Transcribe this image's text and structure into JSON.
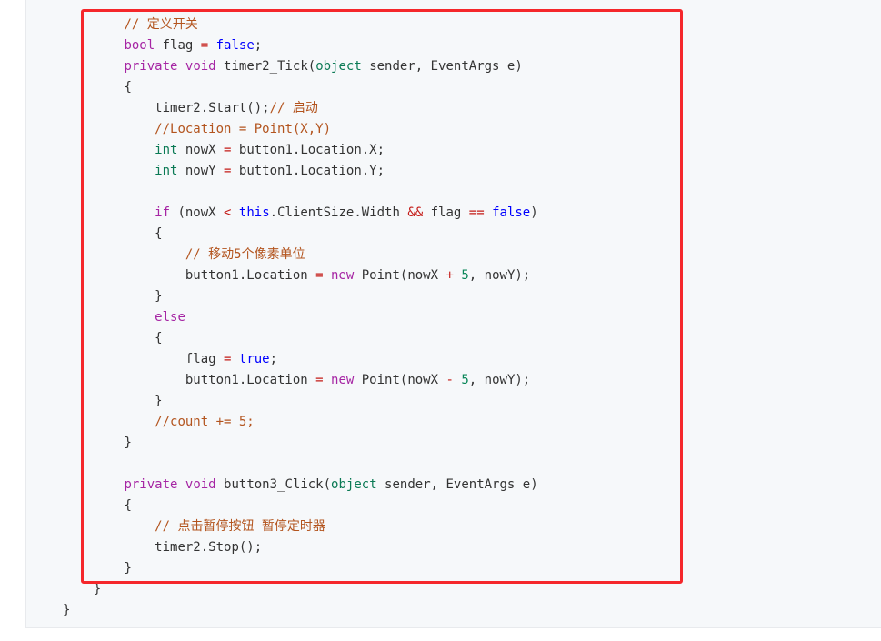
{
  "code_lines": [
    {
      "indent": 2,
      "tokens": [
        {
          "t": "// 定义开关",
          "c": "cmt"
        }
      ]
    },
    {
      "indent": 2,
      "tokens": [
        {
          "t": "bool",
          "c": "kw"
        },
        {
          "t": " flag ",
          "c": "pun"
        },
        {
          "t": "=",
          "c": "op"
        },
        {
          "t": " ",
          "c": "pun"
        },
        {
          "t": "false",
          "c": "lit"
        },
        {
          "t": ";",
          "c": "pun"
        }
      ]
    },
    {
      "indent": 2,
      "tokens": [
        {
          "t": "private",
          "c": "kw"
        },
        {
          "t": " ",
          "c": "pun"
        },
        {
          "t": "void",
          "c": "kw"
        },
        {
          "t": " timer2_Tick(",
          "c": "pun"
        },
        {
          "t": "object",
          "c": "typ"
        },
        {
          "t": " sender, EventArgs e)",
          "c": "pun"
        }
      ]
    },
    {
      "indent": 2,
      "tokens": [
        {
          "t": "{",
          "c": "pun"
        }
      ]
    },
    {
      "indent": 3,
      "tokens": [
        {
          "t": "timer2.Start();",
          "c": "pun"
        },
        {
          "t": "// 启动",
          "c": "cmt"
        }
      ]
    },
    {
      "indent": 3,
      "tokens": [
        {
          "t": "//Location = Point(X,Y)",
          "c": "cmt"
        }
      ]
    },
    {
      "indent": 3,
      "tokens": [
        {
          "t": "int",
          "c": "typ"
        },
        {
          "t": " nowX ",
          "c": "pun"
        },
        {
          "t": "=",
          "c": "op"
        },
        {
          "t": " button1.Location.X;",
          "c": "pun"
        }
      ]
    },
    {
      "indent": 3,
      "tokens": [
        {
          "t": "int",
          "c": "typ"
        },
        {
          "t": " nowY ",
          "c": "pun"
        },
        {
          "t": "=",
          "c": "op"
        },
        {
          "t": " button1.Location.Y;",
          "c": "pun"
        }
      ]
    },
    {
      "indent": 0,
      "tokens": []
    },
    {
      "indent": 3,
      "tokens": [
        {
          "t": "if",
          "c": "kw"
        },
        {
          "t": " (nowX ",
          "c": "pun"
        },
        {
          "t": "<",
          "c": "op"
        },
        {
          "t": " ",
          "c": "pun"
        },
        {
          "t": "this",
          "c": "lit"
        },
        {
          "t": ".ClientSize.Width ",
          "c": "pun"
        },
        {
          "t": "&&",
          "c": "op"
        },
        {
          "t": " flag ",
          "c": "pun"
        },
        {
          "t": "==",
          "c": "op"
        },
        {
          "t": " ",
          "c": "pun"
        },
        {
          "t": "false",
          "c": "lit"
        },
        {
          "t": ")",
          "c": "pun"
        }
      ]
    },
    {
      "indent": 3,
      "tokens": [
        {
          "t": "{",
          "c": "pun"
        }
      ]
    },
    {
      "indent": 4,
      "tokens": [
        {
          "t": "// 移动5个像素单位",
          "c": "cmt"
        }
      ]
    },
    {
      "indent": 4,
      "tokens": [
        {
          "t": "button1.Location ",
          "c": "pun"
        },
        {
          "t": "=",
          "c": "op"
        },
        {
          "t": " ",
          "c": "pun"
        },
        {
          "t": "new",
          "c": "kw"
        },
        {
          "t": " Point(nowX ",
          "c": "pun"
        },
        {
          "t": "+",
          "c": "op"
        },
        {
          "t": " ",
          "c": "pun"
        },
        {
          "t": "5",
          "c": "num"
        },
        {
          "t": ", nowY);",
          "c": "pun"
        }
      ]
    },
    {
      "indent": 3,
      "tokens": [
        {
          "t": "}",
          "c": "pun"
        }
      ]
    },
    {
      "indent": 3,
      "tokens": [
        {
          "t": "else",
          "c": "kw"
        }
      ]
    },
    {
      "indent": 3,
      "tokens": [
        {
          "t": "{",
          "c": "pun"
        }
      ]
    },
    {
      "indent": 4,
      "tokens": [
        {
          "t": "flag ",
          "c": "pun"
        },
        {
          "t": "=",
          "c": "op"
        },
        {
          "t": " ",
          "c": "pun"
        },
        {
          "t": "true",
          "c": "lit"
        },
        {
          "t": ";",
          "c": "pun"
        }
      ]
    },
    {
      "indent": 4,
      "tokens": [
        {
          "t": "button1.Location ",
          "c": "pun"
        },
        {
          "t": "=",
          "c": "op"
        },
        {
          "t": " ",
          "c": "pun"
        },
        {
          "t": "new",
          "c": "kw"
        },
        {
          "t": " Point(nowX ",
          "c": "pun"
        },
        {
          "t": "-",
          "c": "op"
        },
        {
          "t": " ",
          "c": "pun"
        },
        {
          "t": "5",
          "c": "num"
        },
        {
          "t": ", nowY);",
          "c": "pun"
        }
      ]
    },
    {
      "indent": 3,
      "tokens": [
        {
          "t": "}",
          "c": "pun"
        }
      ]
    },
    {
      "indent": 3,
      "tokens": [
        {
          "t": "//count += 5;",
          "c": "cmt"
        }
      ]
    },
    {
      "indent": 2,
      "tokens": [
        {
          "t": "}",
          "c": "pun"
        }
      ]
    },
    {
      "indent": 0,
      "tokens": []
    },
    {
      "indent": 2,
      "tokens": [
        {
          "t": "private",
          "c": "kw"
        },
        {
          "t": " ",
          "c": "pun"
        },
        {
          "t": "void",
          "c": "kw"
        },
        {
          "t": " button3_Click(",
          "c": "pun"
        },
        {
          "t": "object",
          "c": "typ"
        },
        {
          "t": " sender, EventArgs e)",
          "c": "pun"
        }
      ]
    },
    {
      "indent": 2,
      "tokens": [
        {
          "t": "{",
          "c": "pun"
        }
      ]
    },
    {
      "indent": 3,
      "tokens": [
        {
          "t": "// 点击暂停按钮 暂停定时器",
          "c": "cmt"
        }
      ]
    },
    {
      "indent": 3,
      "tokens": [
        {
          "t": "timer2.Stop();",
          "c": "pun"
        }
      ]
    },
    {
      "indent": 2,
      "tokens": [
        {
          "t": "}",
          "c": "pun"
        }
      ]
    },
    {
      "indent": 1,
      "tokens": [
        {
          "t": "}",
          "c": "pun"
        }
      ]
    },
    {
      "indent": 0,
      "tokens": [
        {
          "t": "}",
          "c": "pun"
        }
      ]
    }
  ],
  "colors": {
    "highlight_border": "#f5272b",
    "panel_background": "#f6f8fa"
  }
}
